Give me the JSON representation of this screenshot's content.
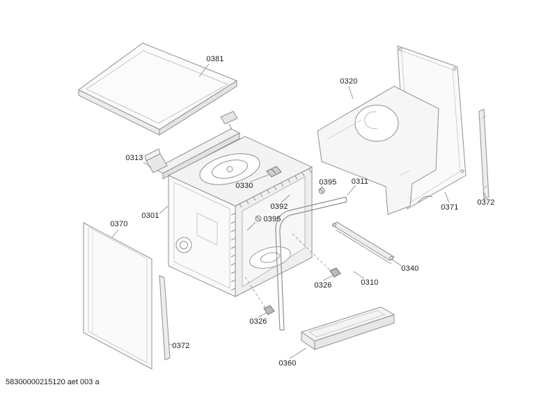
{
  "doc_id": "58300000215120 aet 003 a",
  "colors": {
    "background": "#ffffff",
    "line": "#8f8f8f",
    "text": "#1a1a1a"
  },
  "labels": [
    {
      "text": "0381"
    },
    {
      "text": "0313"
    },
    {
      "text": "0301"
    },
    {
      "text": "0370"
    },
    {
      "text": "0330"
    },
    {
      "text": "0392"
    },
    {
      "text": "0395"
    },
    {
      "text": "0395"
    },
    {
      "text": "0311"
    },
    {
      "text": "0320"
    },
    {
      "text": "0371"
    },
    {
      "text": "0372"
    },
    {
      "text": "0372"
    },
    {
      "text": "0340"
    },
    {
      "text": "0326"
    },
    {
      "text": "0310"
    },
    {
      "text": "0326"
    },
    {
      "text": "0360"
    }
  ]
}
